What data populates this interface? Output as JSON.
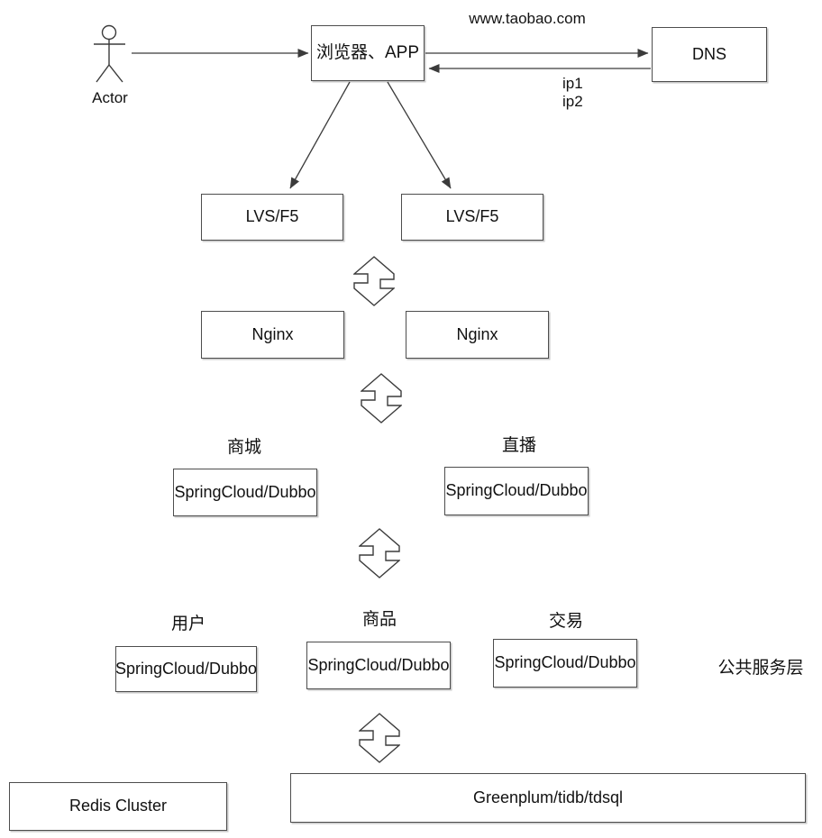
{
  "canvas": {
    "background_color": "#ffffff",
    "stroke_color": "#3b3b3b"
  },
  "nodes": {
    "browser_app": {
      "label": "浏览器、APP"
    },
    "dns": {
      "label": "DNS"
    },
    "lvs_left": {
      "label": "LVS/F5"
    },
    "lvs_right": {
      "label": "LVS/F5"
    },
    "nginx_left": {
      "label": "Nginx"
    },
    "nginx_right": {
      "label": "Nginx"
    },
    "svc_mall": {
      "label": "SpringCloud/Dubbo"
    },
    "svc_live": {
      "label": "SpringCloud/Dubbo"
    },
    "svc_user": {
      "label": "SpringCloud/Dubbo"
    },
    "svc_product": {
      "label": "SpringCloud/Dubbo"
    },
    "svc_trade": {
      "label": "SpringCloud/Dubbo"
    },
    "redis": {
      "label": "Redis Cluster"
    },
    "greenplum": {
      "label": "Greenplum/tidb/tdsql"
    }
  },
  "annotations": {
    "actor": "Actor",
    "url": "www.taobao.com",
    "ip1": "ip1",
    "ip2": "ip2",
    "group_mall": "商城",
    "group_live": "直播",
    "group_user": "用户",
    "group_product": "商品",
    "group_trade": "交易",
    "common_layer": "公共服务层"
  }
}
